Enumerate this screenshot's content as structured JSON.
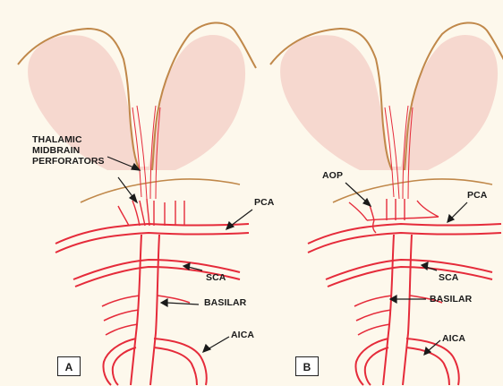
{
  "panels": [
    {
      "id": "A",
      "tag": "A",
      "labels": {
        "perforators": [
          "THALAMIC",
          "MIDBRAIN",
          "PERFORATORS"
        ],
        "pca": "PCA",
        "sca": "SCA",
        "basilar": "BASILAR",
        "aica": "AICA"
      }
    },
    {
      "id": "B",
      "tag": "B",
      "labels": {
        "aop": "AOP",
        "pca": "PCA",
        "sca": "SCA",
        "basilar": "BASILAR",
        "aica": "AICA"
      }
    }
  ],
  "colors": {
    "background": "#fdf8ec",
    "thalamus_fill": "#f6d8cf",
    "thalamus_outline": "#c0884a",
    "artery": "#e52b3a",
    "label_text": "#1a1a1a"
  }
}
